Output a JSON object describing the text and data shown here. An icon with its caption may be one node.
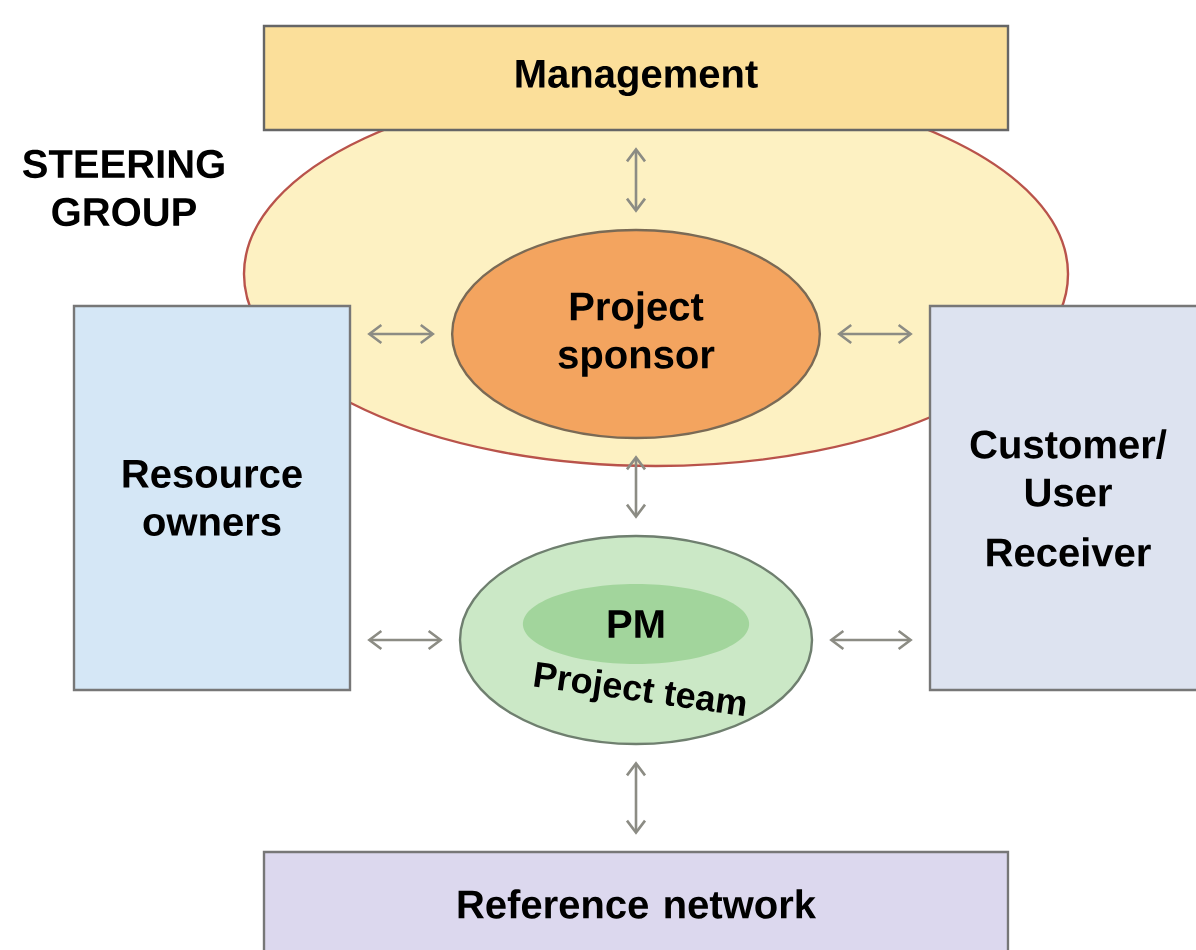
{
  "diagram": {
    "nodes": [
      {
        "text": [
          "Management"
        ]
      },
      {
        "text": [
          "STEERING GROUP"
        ]
      },
      {
        "text": [
          "Project sponsor"
        ],
        "in": 1
      },
      {
        "text": [
          "Resource owners"
        ]
      },
      {
        "text": [
          "Customer/ User",
          "Receiver"
        ]
      },
      {
        "text": [
          "Project team"
        ]
      },
      {
        "text": [
          "PM"
        ],
        "in": 5
      },
      {
        "text": [
          "Reference network"
        ]
      }
    ],
    "edges": [
      {
        "from": 2,
        "to": 0,
        "arrow": "both"
      },
      {
        "from": 2,
        "to": 3,
        "arrow": "both"
      },
      {
        "from": 2,
        "to": 4,
        "arrow": "both"
      },
      {
        "from": 2,
        "to": 5,
        "arrow": "both"
      },
      {
        "from": 5,
        "to": 3,
        "arrow": "both"
      },
      {
        "from": 5,
        "to": 4,
        "arrow": "both"
      },
      {
        "from": 5,
        "to": 7,
        "arrow": "both"
      }
    ]
  }
}
